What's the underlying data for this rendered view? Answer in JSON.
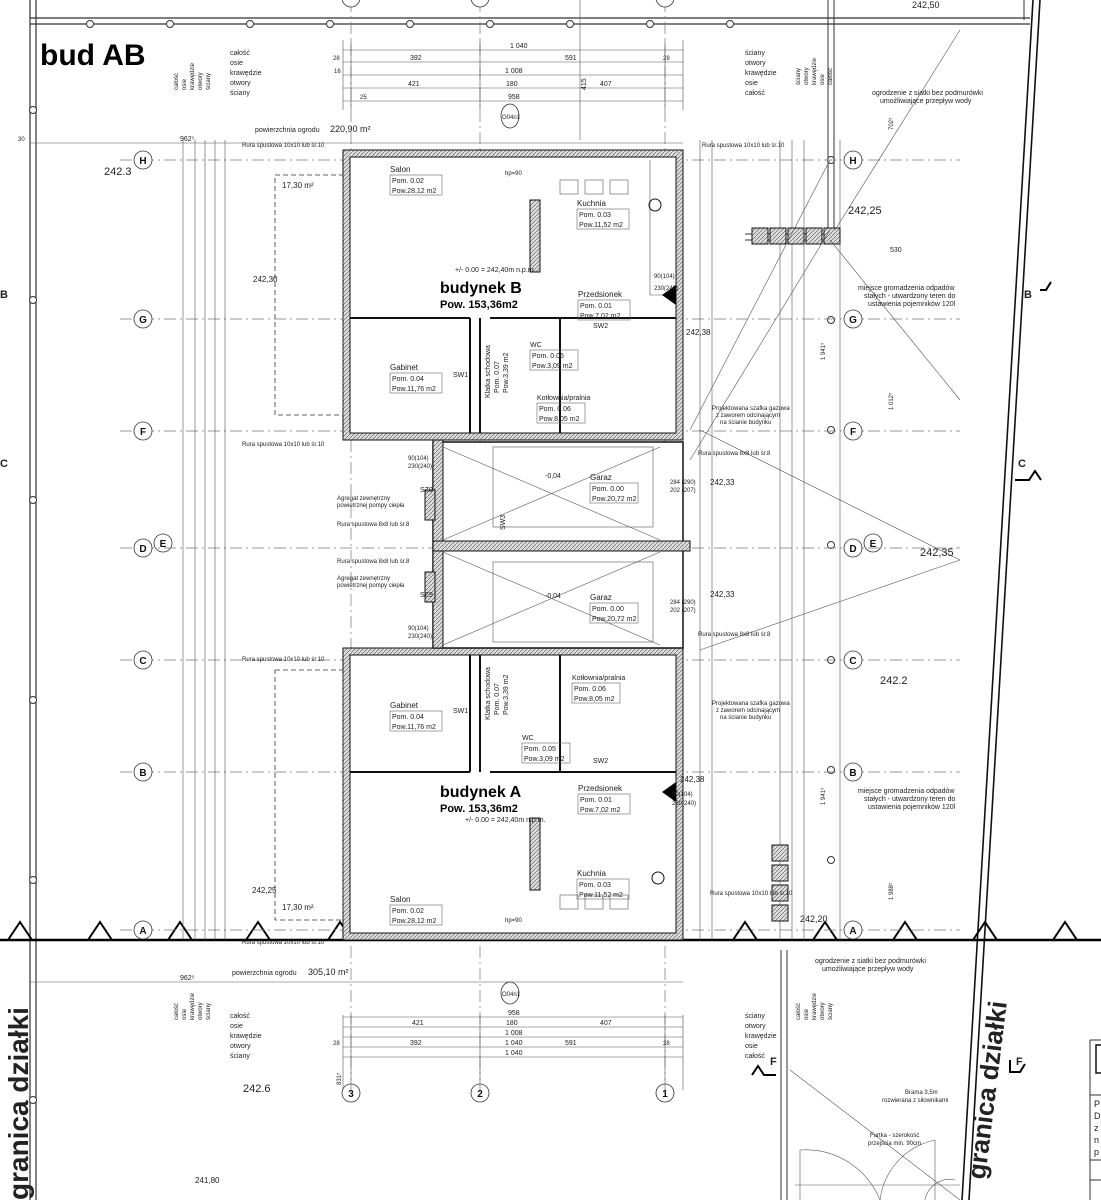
{
  "title": "bud AB",
  "plot_boundary_label": "granica działki",
  "dimension_legend": [
    "całość",
    "osie",
    "krawędzie",
    "otwory",
    "ściany"
  ],
  "top_dims": {
    "total": "1 040",
    "axes": [
      "28",
      "392",
      "591",
      "28"
    ],
    "edges": "1 008",
    "openings": [
      "421",
      "180",
      "407"
    ],
    "walls": "958",
    "width_left": "962⁵",
    "edge_small": "16",
    "wall_small": "25",
    "height_415": "415",
    "left_30": "30"
  },
  "bottom_dims": {
    "total": "1 040",
    "axes": [
      "28",
      "392",
      "1 040",
      "591",
      "28"
    ],
    "edges": "1 008",
    "openings": [
      "421",
      "180",
      "407"
    ],
    "walls": "958",
    "width_left": "962⁵",
    "vert": "831⁵"
  },
  "garden": {
    "top_label": "powierzchnia ogrodu",
    "top_value": "220,90 m²",
    "bottom_label": "powierzchnia ogrodu",
    "bottom_value": "305,10 m²",
    "terrace": "17,30 m²"
  },
  "grid_rows": [
    "H",
    "G",
    "F",
    "E",
    "D",
    "C",
    "B",
    "A"
  ],
  "grid_cols": [
    "3",
    "2",
    "1"
  ],
  "elevations": {
    "e1": "242,50",
    "e2": "242.3",
    "e3": "242,25",
    "e4": "242,30",
    "e5": "242,35",
    "e6": "242.2",
    "e7": "242,25",
    "e8": "242,20",
    "e9": "242.6",
    "e10": "241,80",
    "e11": "242,33",
    "e12": "242,33",
    "e13": "242,38",
    "e14": "242,38"
  },
  "sections": {
    "b": "B",
    "c": "C",
    "f": "F"
  },
  "building_b": {
    "name": "budynek B",
    "area": "Pow. 153,36m2",
    "level": "+/- 0.00 = 242,40m n.p.m.",
    "rooms": [
      {
        "name": "Salon",
        "pom": "Pom. 0.02",
        "pow": "Pow.28,12 m2"
      },
      {
        "name": "Kuchnia",
        "pom": "Pom. 0.03",
        "pow": "Pow.11,52 m2"
      },
      {
        "name": "Przedsionek",
        "pom": "Pom. 0.01",
        "pow": "Pow.7,02 m2"
      },
      {
        "name": "Gabinet",
        "pom": "Pom. 0.04",
        "pow": "Pow.11,76 m2"
      },
      {
        "name": "WC",
        "pom": "Pom. 0.05",
        "pow": "Pow.3,09 m2"
      },
      {
        "name": "Kotłownia/pralnia",
        "pom": "Pom. 0.06",
        "pow": "Pow.8,05 m2"
      },
      {
        "name": "Klatka schodowa",
        "pom": "Pom. 0.07",
        "pow": "Pow.3,39 m2"
      }
    ]
  },
  "building_a": {
    "name": "budynek A",
    "area": "Pow. 153,36m2",
    "level": "+/- 0.00 = 242,40m n.p.m.",
    "rooms": [
      {
        "name": "Salon",
        "pom": "Pom. 0.02",
        "pow": "Pow.28,12 m2"
      },
      {
        "name": "Kuchnia",
        "pom": "Pom. 0.03",
        "pow": "Pow.11,52 m2"
      },
      {
        "name": "Przedsionek",
        "pom": "Pom. 0.01",
        "pow": "Pow.7,02 m2"
      },
      {
        "name": "Gabinet",
        "pom": "Pom. 0.04",
        "pow": "Pow.11,76 m2"
      },
      {
        "name": "WC",
        "pom": "Pom. 0.05",
        "pow": "Pow.3,09 m2"
      },
      {
        "name": "Kotłownia/pralnia",
        "pom": "Pom. 0.06",
        "pow": "Pow.8,05 m2"
      },
      {
        "name": "Klatka schodowa",
        "pom": "Pom. 0.07",
        "pow": "Pow.3,39 m2"
      }
    ]
  },
  "garages": [
    {
      "name": "Garaz",
      "pom": "Pom. 0.00",
      "pow": "Pow.20,72 m2",
      "level": "-0,04",
      "door": "284 (290)",
      "door2": "202 (207)"
    },
    {
      "name": "Garaz",
      "pom": "Pom. 0.00",
      "pow": "Pow.20,72 m2",
      "level": "-0,04",
      "door": "284 (290)",
      "door2": "202 (207)"
    }
  ],
  "annotations": {
    "fence": [
      "ogrodzenie z siatki bez podmurówki",
      "umożliwiające przepływ wody"
    ],
    "waste": [
      "miejsce gromadzenia odpadów",
      "stałych - utwardzony teren do",
      "ustawienia pojemników 120l"
    ],
    "downpipe10": "Rura spustowa 10x10 lub śr.10",
    "downpipe8": "Rura spustowa 8x8 lub śr.8",
    "heatpump": [
      "Agregat zewnętrzny",
      "powietrznej pompy ciepła"
    ],
    "gas": [
      "Projektowana szafka gazowa",
      "z zaworem odcinającym",
      "na ścianie budynku"
    ],
    "gate": [
      "Brama 3,5m",
      "rozwierana z siłownikami"
    ],
    "wicket": [
      "Furtka - szerokość",
      "przejścia min. 90cm"
    ],
    "hp90": "hp=90",
    "sw1": "SW1",
    "sw2": "SW2",
    "sw3": "SW3",
    "sz9": "SZ9",
    "dim530": "530",
    "dim702": "702⁵",
    "dim1941": "1 941⁵",
    "dim1012": "1 012⁵",
    "dim1988": "1 988⁵",
    "door90": "90(104)",
    "door230": "230(240)",
    "win": "O04n1"
  },
  "title_block": [
    "P",
    "D",
    "z",
    "n",
    "p"
  ]
}
